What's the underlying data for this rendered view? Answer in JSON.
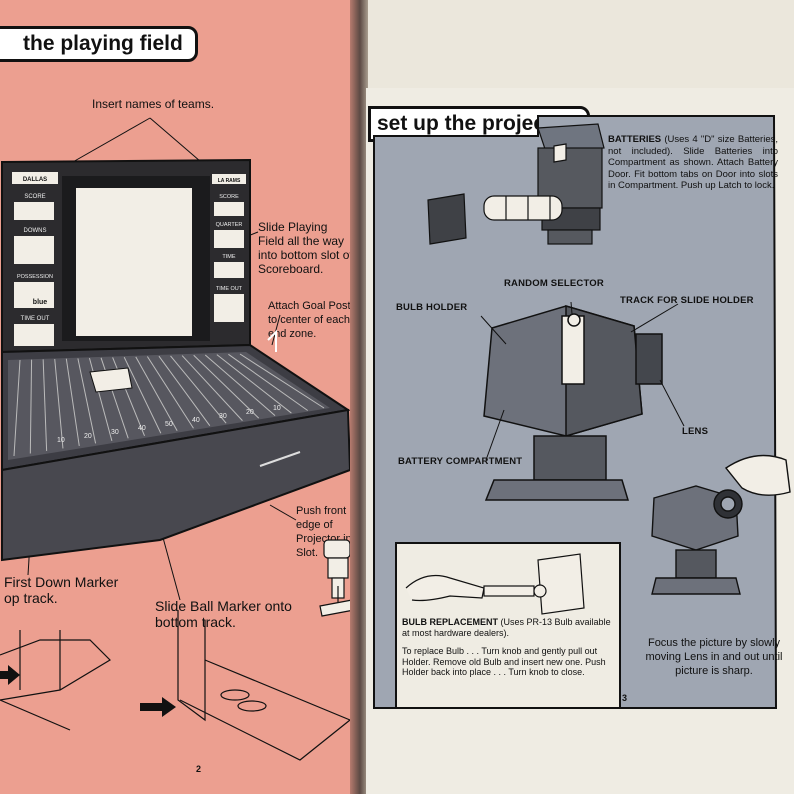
{
  "left_page": {
    "banner_title": "the playing field",
    "page_number": "2",
    "label_team_names": "Insert names of teams.",
    "label_slide_field": "Slide Playing Field all the way into bottom slot of Scoreboard.",
    "label_goal_post": "Attach Goal Post to center of each end zone.",
    "label_push_projector": "Push front edge of Projector into Slot.",
    "label_first_down": "First Down Marker\nop track.",
    "label_ball_marker": "Slide Ball Marker onto bottom track.",
    "scoreboard": {
      "team_left": "DALLAS",
      "team_right": "LA RAMS",
      "left_labels": [
        "SCORE",
        "DOWNS",
        "POSSESSION",
        "TIME OUT"
      ],
      "right_labels": [
        "SCORE",
        "QUARTER",
        "TIME",
        "TIME OUT"
      ],
      "possession_word": "blue"
    },
    "yard_numbers": [
      "10",
      "20",
      "30",
      "40",
      "50",
      "40",
      "30",
      "20",
      "10"
    ]
  },
  "right_page": {
    "banner_title": "set up the projector",
    "page_number": "3",
    "batteries_heading": "BATTERIES",
    "batteries_text": "(Uses 4 \"D\" size Batteries, not included). Slide Batteries into Compartment as shown. Attach Battery Door. Fit bottom tabs on Door into slots in Compartment. Push up Latch to lock.",
    "label_random_selector": "RANDOM SELECTOR",
    "label_bulb_holder": "BULB HOLDER",
    "label_track_slide_holder": "TRACK FOR SLIDE HOLDER",
    "label_lens": "LENS",
    "label_battery_compartment": "BATTERY COMPARTMENT",
    "bulb_heading": "BULB REPLACEMENT",
    "bulb_intro": "(Uses PR-13 Bulb available at most hardware dealers).",
    "bulb_text": "To replace Bulb . . . Turn knob and gently pull out Holder. Remove old Bulb and insert new one. Push Holder back into place . . . Turn knob to close.",
    "focus_text": "Focus the picture by slowly moving Lens in and out until picture is sharp."
  },
  "colors": {
    "left_page": "#ec9f90",
    "right_panel": "#9fa6b2",
    "ink": "#111111"
  }
}
